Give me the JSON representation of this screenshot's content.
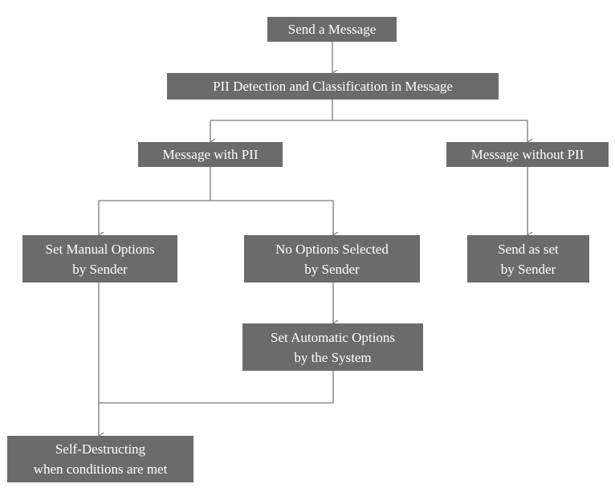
{
  "diagram": {
    "nodes": {
      "send_message": {
        "lines": [
          "Send a Message"
        ]
      },
      "pii_detection": {
        "lines": [
          "PII Detection and Classification in Message"
        ]
      },
      "with_pii": {
        "lines": [
          "Message with PII"
        ]
      },
      "without_pii": {
        "lines": [
          "Message without PII"
        ]
      },
      "manual_options": {
        "lines": [
          "Set Manual Options",
          "by Sender"
        ]
      },
      "no_options": {
        "lines": [
          "No Options Selected",
          "by Sender"
        ]
      },
      "send_as_set": {
        "lines": [
          "Send as set",
          "by Sender"
        ]
      },
      "automatic_options": {
        "lines": [
          "Set Automatic Options",
          "by the System"
        ]
      },
      "self_destructing": {
        "lines": [
          "Self-Destructing",
          "when conditions are met"
        ]
      }
    },
    "colors": {
      "box_fill": "#6b6b6b",
      "box_text": "#ffffff",
      "connector": "#7a7a7a"
    }
  }
}
